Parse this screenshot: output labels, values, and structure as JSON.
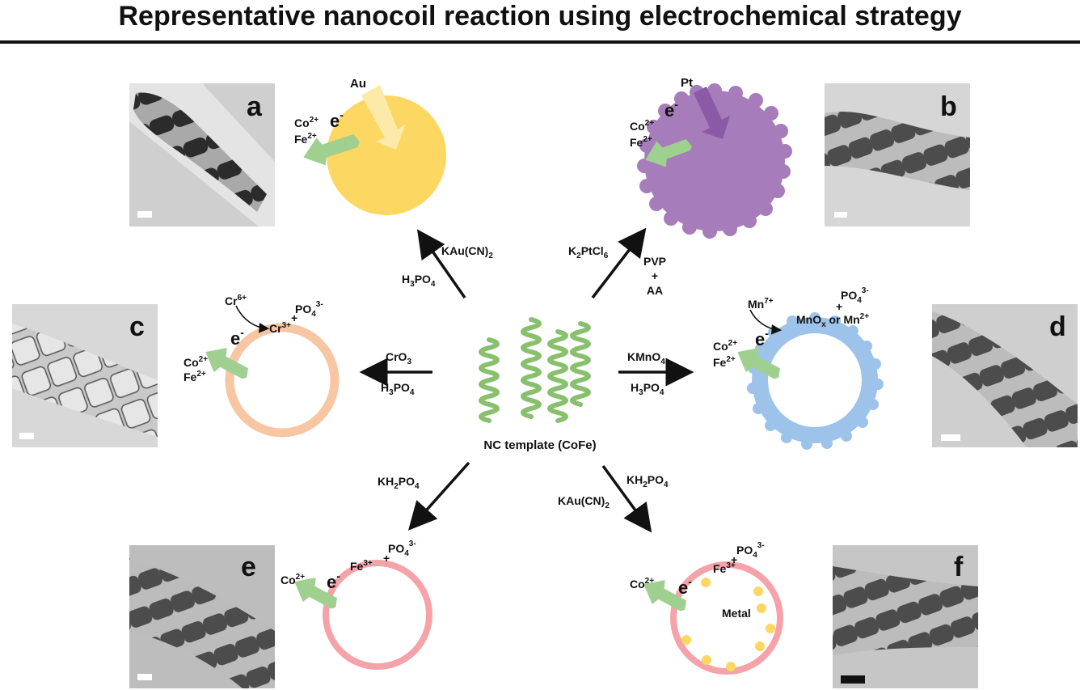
{
  "title": "Representative nanocoil reaction using electrochemical strategy",
  "center": {
    "label": "NC template (CoFe)"
  },
  "panels": [
    {
      "letter": "a",
      "reagent_top": "KAu(CN)",
      "reagent_top_sub": "2",
      "reagent_bottom": "H",
      "reagent_bottom_sub": "3",
      "reagent_bottom_tail": "PO",
      "reagent_bottom_sub2": "4",
      "ions": [
        "Co",
        "Fe"
      ],
      "ion_charges": [
        "2+",
        "2+"
      ],
      "deposit": "Au",
      "electron": "e",
      "electron_charge": "-"
    },
    {
      "letter": "b",
      "reagent_top": "K",
      "reagent_top_sub": "2",
      "reagent_top_tail": "PtCl",
      "reagent_top_sub2": "6",
      "reagent_extra": [
        "PVP",
        "+",
        "AA"
      ],
      "ions": [
        "Co",
        "Fe"
      ],
      "ion_charges": [
        "2+",
        "2+"
      ],
      "deposit": "Pt",
      "electron": "e",
      "electron_charge": "-"
    },
    {
      "letter": "c",
      "reagent_top": "CrO",
      "reagent_top_sub": "3",
      "reagent_bottom": "H",
      "reagent_bottom_sub": "3",
      "reagent_bottom_tail": "PO",
      "reagent_bottom_sub2": "4",
      "ions": [
        "Co",
        "Fe"
      ],
      "ion_charges": [
        "2+",
        "2+"
      ],
      "oxidant": "Cr",
      "oxidant_charge": "6+",
      "product": "Cr",
      "product_charge": "3+",
      "phosphate": "PO",
      "phosphate_sub": "4",
      "phosphate_charge": "3-",
      "plus": "+",
      "electron": "e",
      "electron_charge": "-"
    },
    {
      "letter": "d",
      "reagent_top": "KMnO",
      "reagent_top_sub": "4",
      "reagent_bottom": "H",
      "reagent_bottom_sub": "3",
      "reagent_bottom_tail": "PO",
      "reagent_bottom_sub2": "4",
      "ions": [
        "Co",
        "Fe"
      ],
      "ion_charges": [
        "2+",
        "2+"
      ],
      "oxidant": "Mn",
      "oxidant_charge": "7+",
      "product": "MnO",
      "product_sub": "x",
      "product_or": " or Mn",
      "product_charge": "2+",
      "phosphate": "PO",
      "phosphate_sub": "4",
      "phosphate_charge": "3-",
      "plus": "+",
      "electron": "e",
      "electron_charge": "-"
    },
    {
      "letter": "e",
      "reagent_top": "KH",
      "reagent_top_sub": "2",
      "reagent_top_tail": "PO",
      "reagent_top_sub2": "4",
      "ions": [
        "Co"
      ],
      "ion_charges": [
        "2+"
      ],
      "product": "Fe",
      "product_charge": "3+",
      "phosphate": "PO",
      "phosphate_sub": "4",
      "phosphate_charge": "3-",
      "plus": "+",
      "electron": "e",
      "electron_charge": "-"
    },
    {
      "letter": "f",
      "reagent_top": "KH",
      "reagent_top_sub": "2",
      "reagent_top_tail": "PO",
      "reagent_top_sub2": "4",
      "reagent_bottom": "KAu(CN)",
      "reagent_bottom_sub": "2",
      "ions": [
        "Co"
      ],
      "ion_charges": [
        "2+"
      ],
      "product": "Fe",
      "product_charge": "3+",
      "phosphate": "PO",
      "phosphate_sub": "4",
      "phosphate_charge": "3-",
      "plus": "+",
      "metal": "Metal",
      "electron": "e",
      "electron_charge": "-"
    }
  ],
  "colors": {
    "gold": "#fcd762",
    "gold_arrow": "#fde9a8",
    "purple": "#a77cba",
    "purple_arrow": "#8a5aa6",
    "peach": "#f9c6a4",
    "blue": "#9dc3ea",
    "pink": "#f5a3a8",
    "green_arrow": "#9fd090",
    "coil": "#88c06e"
  }
}
